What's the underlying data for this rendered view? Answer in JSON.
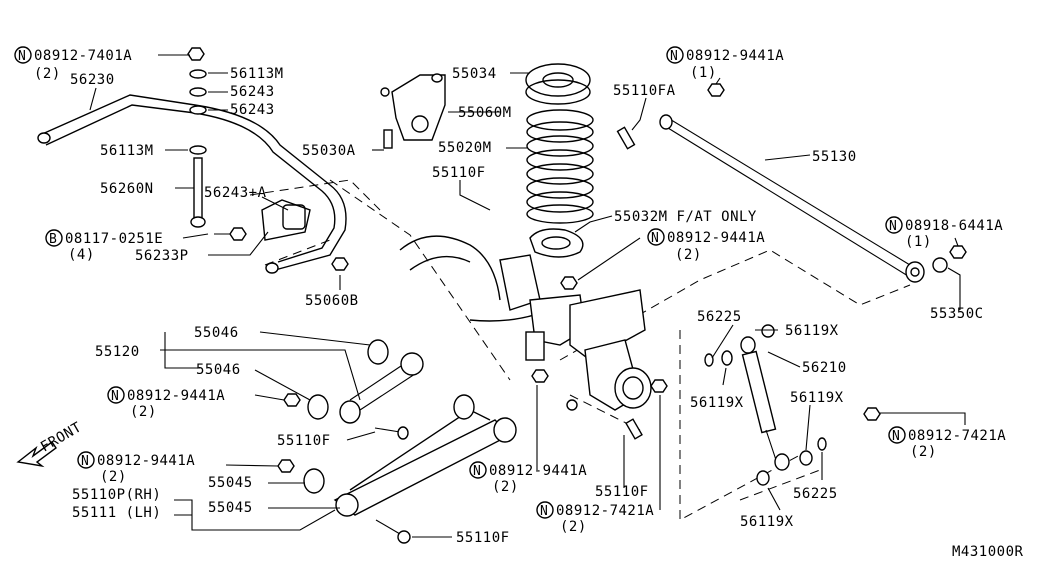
{
  "diagram_id": "M431000R",
  "front_label": "FRONT",
  "parts": {
    "b08912_7401A": "08912-7401A",
    "b08912_7401A_qty": "(2)",
    "p56230": "56230",
    "p56113M_a": "56113M",
    "p56243_a": "56243",
    "p56243_b": "56243",
    "p56113M_b": "56113M",
    "p56260N": "56260N",
    "p56243A": "56243+A",
    "b08117_0251E": "08117-0251E",
    "b08117_0251E_qty": "(4)",
    "p56233P": "56233P",
    "p55060B": "55060B",
    "p55034": "55034",
    "p55060M": "55060M",
    "p55030A": "55030A",
    "p55020M": "55020M",
    "p55110F_top": "55110F",
    "p55032M": "55032M F/AT ONLY",
    "b08912_9441A_center": "08912-9441A",
    "b08912_9441A_center_qty": "(2)",
    "p55110FA": "55110FA",
    "b08912_9441A_top": "08912-9441A",
    "b08912_9441A_top_qty": "(1)",
    "p55130": "55130",
    "b08918_6441A": "08918-6441A",
    "b08918_6441A_qty": "(1)",
    "p55350C": "55350C",
    "p55046_a": "55046",
    "p55120": "55120",
    "p55046_b": "55046",
    "b08912_9441A_left": "08912-9441A",
    "b08912_9441A_left_qty": "(2)",
    "p55110F_mid": "55110F",
    "b08912_9441A_low": "08912-9441A",
    "b08912_9441A_low_qty": "(2)",
    "p55045_a": "55045",
    "p55110P": "55110P(RH)",
    "p55111": "55111 (LH)",
    "p55045_b": "55045",
    "p55110F_bot": "55110F",
    "b08912_9441A_bc": "08912-9441A",
    "b08912_9441A_bc_qty": "(2)",
    "p55110F_right": "55110F",
    "b08912_7421A_bc": "08912-7421A",
    "b08912_7421A_bc_qty": "(2)",
    "p56225_a": "56225",
    "p56119X_a": "56119X",
    "p56210": "56210",
    "p56119X_b": "56119X",
    "p56119X_c": "56119X",
    "p56225_b": "56225",
    "p56119X_d": "56119X",
    "b08912_7421A_r": "08912-7421A",
    "b08912_7421A_r_qty": "(2)"
  },
  "prefix": {
    "n": "N",
    "b": "B"
  }
}
